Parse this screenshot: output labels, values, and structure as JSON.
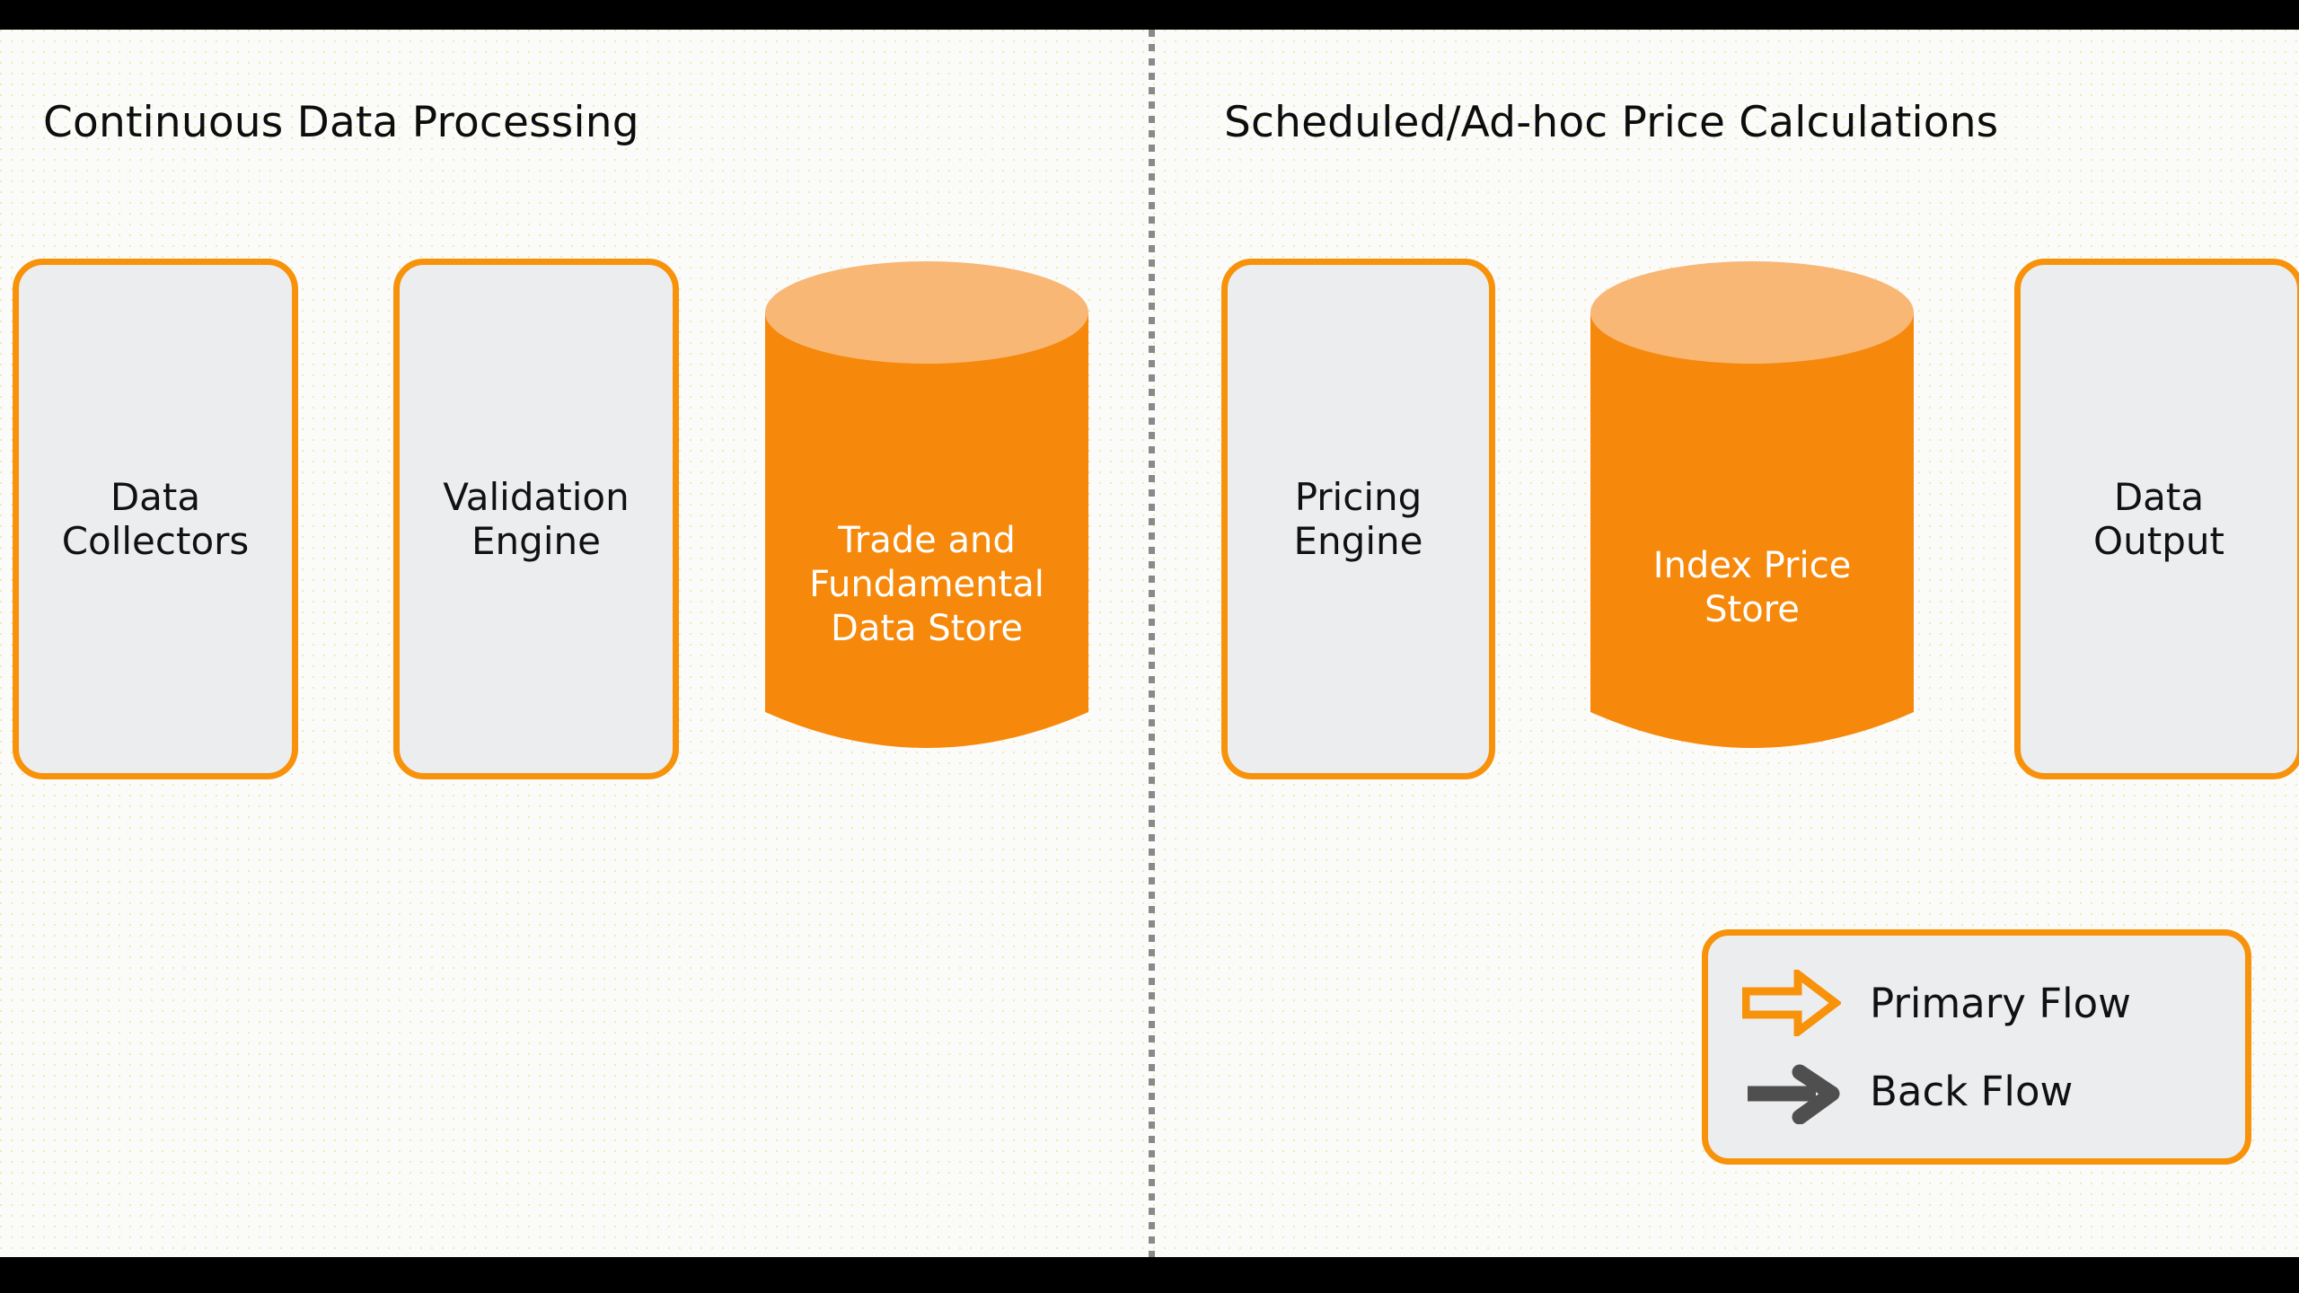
{
  "theme": {
    "accent_orange": "#F7920A",
    "cylinder_body": "#F6890B",
    "cylinder_top": "#F9B776",
    "box_fill": "#ECEDEF",
    "canvas_bg": "#FBFBF9",
    "back_flow_gray": "#4F4F4F",
    "letterbox": "#000000",
    "divider": "#8A8A8A"
  },
  "sections": [
    {
      "id": "continuous",
      "title": "Continuous Data Processing",
      "nodes": [
        {
          "id": "data-collectors",
          "label": "Data\nCollectors",
          "shape": "rounded-box"
        },
        {
          "id": "validation-engine",
          "label": "Validation\nEngine",
          "shape": "rounded-box"
        },
        {
          "id": "trade-store",
          "label": "Trade and\nFundamental\nData Store",
          "shape": "cylinder"
        }
      ]
    },
    {
      "id": "scheduled",
      "title": "Scheduled/Ad-hoc Price Calculations",
      "nodes": [
        {
          "id": "pricing-engine",
          "label": "Pricing\nEngine",
          "shape": "rounded-box"
        },
        {
          "id": "index-store",
          "label": "Index Price\nStore",
          "shape": "cylinder"
        },
        {
          "id": "data-output",
          "label": "Data\nOutput",
          "shape": "rounded-box"
        }
      ]
    }
  ],
  "legend": {
    "items": [
      {
        "id": "primary-flow",
        "label": "Primary Flow",
        "icon": "hollow-block-arrow-right-icon",
        "color": "#F7920A"
      },
      {
        "id": "back-flow",
        "label": "Back Flow",
        "icon": "solid-arrow-right-icon",
        "color": "#4F4F4F"
      }
    ]
  }
}
